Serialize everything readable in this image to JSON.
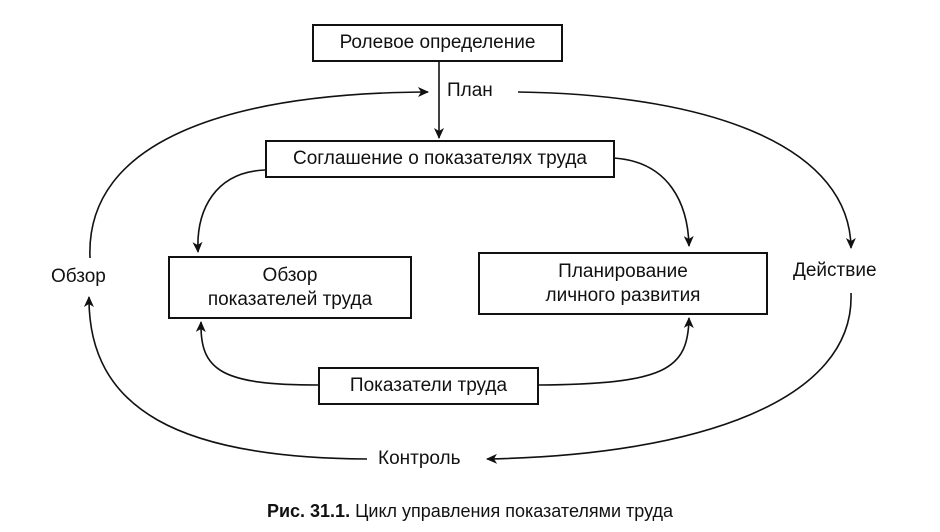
{
  "boxes": {
    "role": "Ролевое определение",
    "agreement": "Соглашение о показателях труда",
    "review_line1": "Обзор",
    "review_line2": "показателей труда",
    "planning_line1": "Планирование",
    "planning_line2": "личного развития",
    "indicators": "Показатели труда"
  },
  "labels": {
    "plan": "План",
    "action": "Действие",
    "control": "Контроль",
    "review": "Обзор"
  },
  "caption": {
    "prefix": "Рис. 31.1.",
    "text": "Цикл управления показателями труда"
  }
}
